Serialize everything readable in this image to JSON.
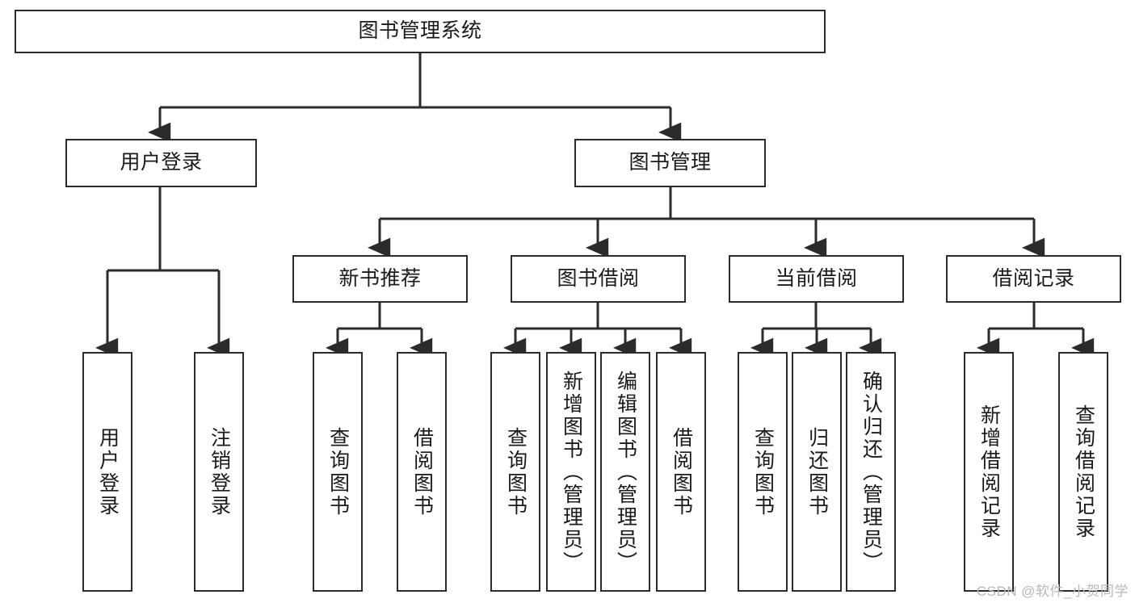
{
  "diagram": {
    "title": "图书管理系统",
    "type": "functional-structure-tree",
    "watermark": "CSDN @软件_小贺同学",
    "colors": {
      "border": "#2b2b2b",
      "background": "#ffffff",
      "text": "#1a1a1a",
      "watermark": "#b9b9b9"
    },
    "nodes": {
      "root": {
        "label": "图书管理系统"
      },
      "level2": [
        {
          "label": "用户登录"
        },
        {
          "label": "图书管理"
        }
      ],
      "level3": [
        {
          "label": "新书推荐"
        },
        {
          "label": "图书借阅"
        },
        {
          "label": "当前借阅"
        },
        {
          "label": "借阅记录"
        }
      ],
      "leaves": {
        "user_login": [
          {
            "label": "用户登录"
          },
          {
            "label": "注销登录"
          }
        ],
        "new_book_recommend": [
          {
            "label": "查询图书"
          },
          {
            "label": "借阅图书"
          }
        ],
        "book_borrow": [
          {
            "label": "查询图书"
          },
          {
            "label": "新增图书（管理员）"
          },
          {
            "label": "编辑图书（管理员）"
          },
          {
            "label": "借阅图书"
          }
        ],
        "current_borrow": [
          {
            "label": "查询图书"
          },
          {
            "label": "归还图书"
          },
          {
            "label": "确认归还（管理员）"
          }
        ],
        "borrow_record": [
          {
            "label": "新增借阅记录"
          },
          {
            "label": "查询借阅记录"
          }
        ]
      }
    }
  }
}
